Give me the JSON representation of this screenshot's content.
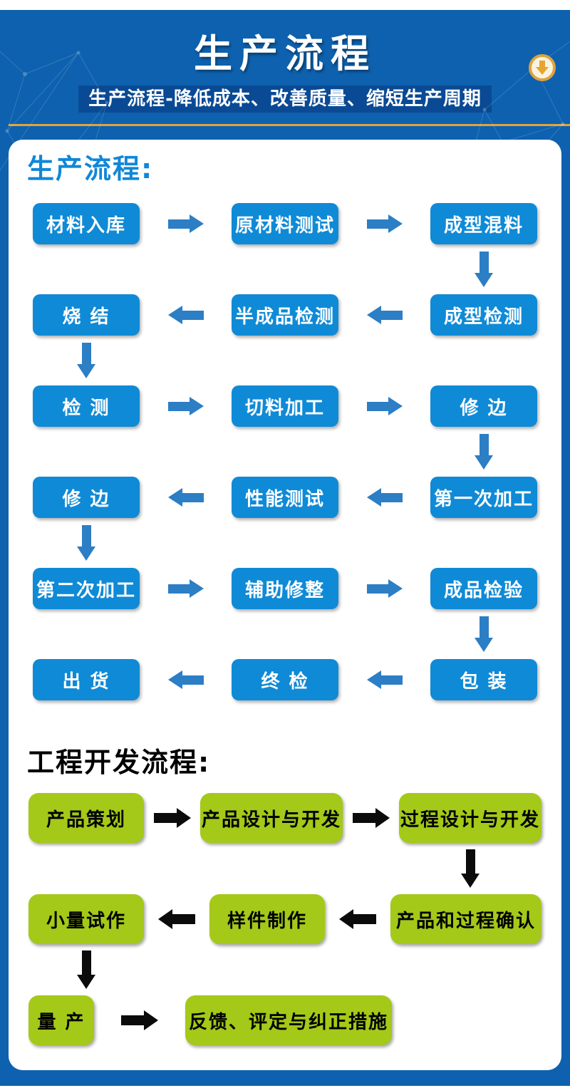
{
  "header": {
    "title": "生产流程",
    "subtitle": "生产流程-降低成本、改善质量、缩短生产周期",
    "scroll_icon": "circle-down-arrow"
  },
  "colors": {
    "header_blue": "#0e61ae",
    "subtitle_band_blue": "#0a4a94",
    "gold_accent": "#e0a33c",
    "flow_box_blue": "#0f8ad6",
    "flow_arrow_blue": "#2c7ec5",
    "heading_blue": "#1087d8",
    "flow_box_green": "#a4c918",
    "flow_arrow_black": "#0b0b0b"
  },
  "production_flow": {
    "heading": "生产流程:",
    "rows": [
      {
        "direction": "right",
        "cells": [
          "材料入库",
          "原材料测试",
          "成型混料"
        ]
      },
      {
        "direction": "left",
        "cells": [
          "烧 结",
          "半成品检测",
          "成型检测"
        ]
      },
      {
        "direction": "right",
        "cells": [
          "检 测",
          "切料加工",
          "修 边"
        ]
      },
      {
        "direction": "left",
        "cells": [
          "修 边",
          "性能测试",
          "第一次加工"
        ]
      },
      {
        "direction": "right",
        "cells": [
          "第二次加工",
          "辅助修整",
          "成品检验"
        ]
      },
      {
        "direction": "left",
        "cells": [
          "出 货",
          "终 检",
          "包 装"
        ]
      }
    ]
  },
  "engineering_flow": {
    "heading": "工程开发流程:",
    "rows": [
      {
        "direction": "right",
        "cells": [
          "产品策划",
          "产品设计与开发",
          "过程设计与开发"
        ]
      },
      {
        "direction": "left",
        "cells": [
          "小量试作",
          "样件制作",
          "产品和过程确认"
        ]
      },
      {
        "direction": "right",
        "cells": [
          "量 产",
          "反馈、评定与纠正措施"
        ]
      }
    ]
  }
}
